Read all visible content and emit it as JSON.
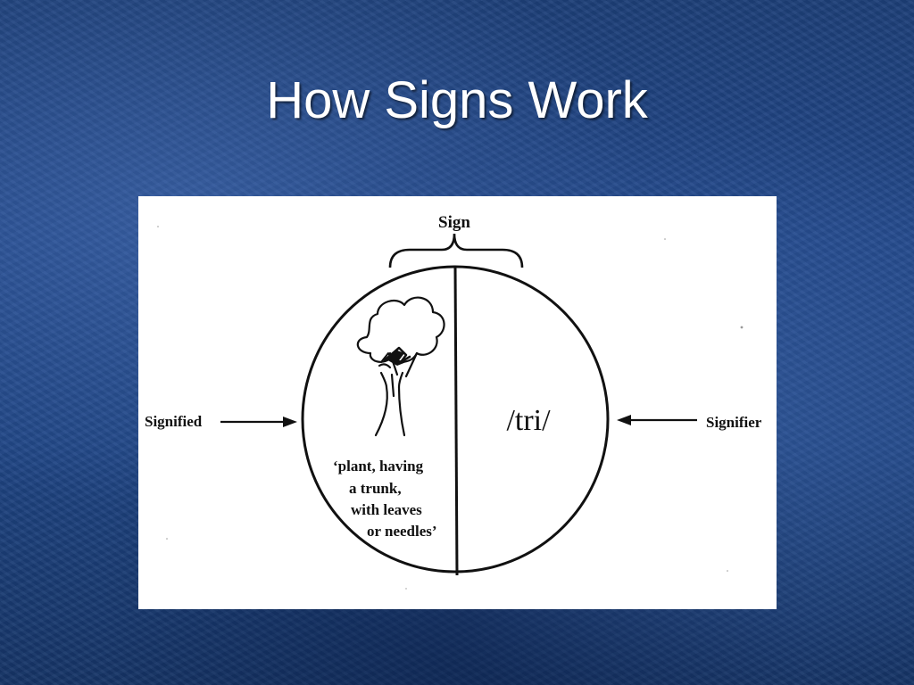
{
  "slide": {
    "title": "How Signs Work"
  },
  "diagram": {
    "sign_label": "Sign",
    "signified_label": "Signified",
    "signifier_label": "Signifier",
    "signifier_text": "/tri/",
    "concept_lines": [
      "‘plant, having",
      "a trunk,",
      "with leaves",
      "or needles’"
    ]
  }
}
